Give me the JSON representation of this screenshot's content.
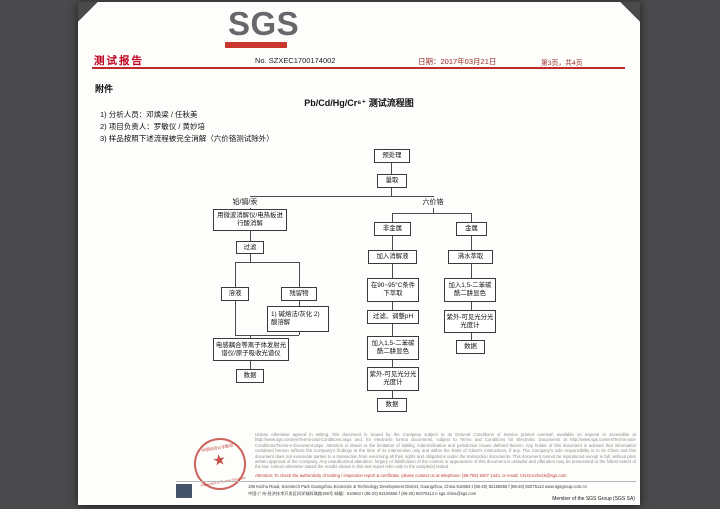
{
  "window": {
    "background": "#4a4a4c",
    "paper": "#fdfdfb"
  },
  "logo": {
    "text": "SGS",
    "bar_color": "#c9372e"
  },
  "header": {
    "doc_type": "测试报告",
    "report_no": "No. SZXEC1700174002",
    "date": "日期：2017年03月21日",
    "page_info": "第3页，共4页"
  },
  "body": {
    "attachment": "附件",
    "title": "Pb/Cd/Hg/Cr⁶⁺ 测试流程图",
    "notes": [
      "1)  分析人员：邓焕梁 / 任秋美",
      "2)  项目负责人：罗敏仪 / 黄妙培",
      "3)  样品按照下述流程被完全消解（六价铬测试除外）"
    ]
  },
  "flowchart": {
    "pretreat": "预处理",
    "measure": "量取",
    "branch_left": "铅/镉/汞",
    "branch_right": "六价铬",
    "digest": "用微波消解仪/电热板进行酸消解",
    "filter1": "过滤",
    "solution": "溶液",
    "residue": "残留物",
    "alkali": "1) 碱熔法/灰化 2) 酸溶解",
    "icp": "电感耦合等离子体发射光谱仪/原子吸收光谱仪",
    "data_left": "数据",
    "nonmetal": "非金属",
    "metal": "金属",
    "add_digest": "加入消解液",
    "extract": "在90~95°C条件下萃取",
    "filter_ph": "过滤、调整pH",
    "color_dev1": "加入1,5-二苯碳酰二肼显色",
    "uv1": "紫外-可见光分光光度计",
    "data_mid": "数据",
    "boil": "沸水萃取",
    "color_dev2": "加入1,5-二苯碳酰二肼显色",
    "uv2": "紫外-可见光分光光度计",
    "data_right": "数据"
  },
  "footer": {
    "stamp": {
      "ring_top": "中国检验认证集团",
      "star": "★",
      "ring_bottom": "Inspection & Testing Services"
    },
    "disclaimer": "Unless otherwise agreed in writing, this document is issued by the Company subject to its General Conditions of Service printed overleaf, available on request or accessible at http://www.sgs.com/en/Terms-and-Conditions.aspx and, for electronic format documents, subject to Terms and Conditions for Electronic Documents at http://www.sgs.com/en/Terms-and-Conditions/Terms-e-Document.aspx. Attention is drawn to the limitation of liability, indemnification and jurisdiction issues defined therein. Any holder of this document is advised that information contained hereon reflects the Company's findings at the time of its intervention only and within the limits of Client's instructions, if any. The Company's sole responsibility is to its Client and this document does not exonerate parties to a transaction from exercising all their rights and obligations under the transaction documents. This document cannot be reproduced except in full, without prior written approval of the Company. Any unauthorized alteration, forgery or falsification of the content or appearance of this document is unlawful and offenders may be prosecuted to the fullest extent of the law. Unless otherwise stated the results shown in this test report refer only to the sample(s) tested.",
    "attention": "Attention: To check the authenticity of testing / inspection report & certificate, please contact us at telephone: (86-755) 8307 1443, or email: CN.Doccheck@sgs.com",
    "address_en": "198 Kezhu Road, Scientech Park Guangzhou Economic & Technology Development District, Guangzhou, China 510663    t (86-20) 82155555    f (86-20) 82075113    www.sgsgroup.com.cn",
    "address_cn": "中国·广州·经济技术开发区科学城科珠路198号    邮编：510663    t (86-20) 82155555    f (86-20) 82075113    e sgs.china@sgs.com",
    "member": "Member of the SGS Group (SGS SA)"
  }
}
